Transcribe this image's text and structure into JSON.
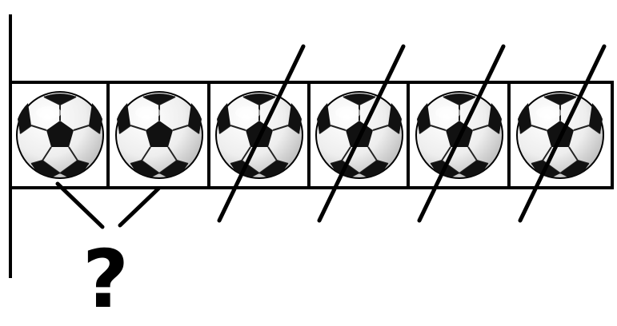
{
  "diagram": {
    "total_balls": 6,
    "crossed_out_count": 4,
    "remaining_count": 2,
    "unknown_symbol": "?"
  },
  "colors": {
    "stroke": "#000000",
    "background": "#ffffff",
    "ball_white": "#f4f4f4",
    "ball_black": "#111111"
  },
  "icons": {
    "ball": "soccer-ball-icon",
    "cross": "slash-mark"
  },
  "balls": [
    {
      "crossed": false
    },
    {
      "crossed": false
    },
    {
      "crossed": true
    },
    {
      "crossed": true
    },
    {
      "crossed": true
    },
    {
      "crossed": true
    }
  ]
}
